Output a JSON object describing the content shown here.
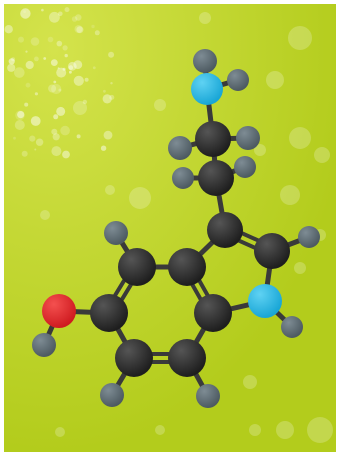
{
  "colors": {
    "background_light": "#c8dc35",
    "background_dark": "#b3cc1c",
    "frame": "#ffffff",
    "bond": "#3a3a3a",
    "carbon": "#2b2b2b",
    "hydrogen": "#5f6d75",
    "nitrogen": "#29b8e6",
    "oxygen": "#e8262b"
  },
  "molecule": {
    "atoms": [
      {
        "id": "h-amine-top",
        "element": "H"
      },
      {
        "id": "h-amine-right",
        "element": "H"
      },
      {
        "id": "n-amine",
        "element": "N"
      },
      {
        "id": "h-ethyl-a1",
        "element": "H"
      },
      {
        "id": "h-ethyl-a2",
        "element": "H"
      },
      {
        "id": "c-ethyl-a",
        "element": "C"
      },
      {
        "id": "h-ethyl-b1",
        "element": "H"
      },
      {
        "id": "h-ethyl-b2",
        "element": "H"
      },
      {
        "id": "c-ethyl-b",
        "element": "C"
      },
      {
        "id": "c3",
        "element": "C"
      },
      {
        "id": "c2",
        "element": "C"
      },
      {
        "id": "h-c2",
        "element": "H"
      },
      {
        "id": "n-indole",
        "element": "N"
      },
      {
        "id": "h-n-indole",
        "element": "H"
      },
      {
        "id": "c4",
        "element": "C"
      },
      {
        "id": "h-c4",
        "element": "H"
      },
      {
        "id": "c3a",
        "element": "C"
      },
      {
        "id": "c7a",
        "element": "C"
      },
      {
        "id": "c5",
        "element": "C"
      },
      {
        "id": "o-hydroxyl",
        "element": "O"
      },
      {
        "id": "h-hydroxyl",
        "element": "H"
      },
      {
        "id": "c6",
        "element": "C"
      },
      {
        "id": "h-c6",
        "element": "H"
      },
      {
        "id": "c7",
        "element": "C"
      },
      {
        "id": "h-c7",
        "element": "H"
      }
    ]
  }
}
